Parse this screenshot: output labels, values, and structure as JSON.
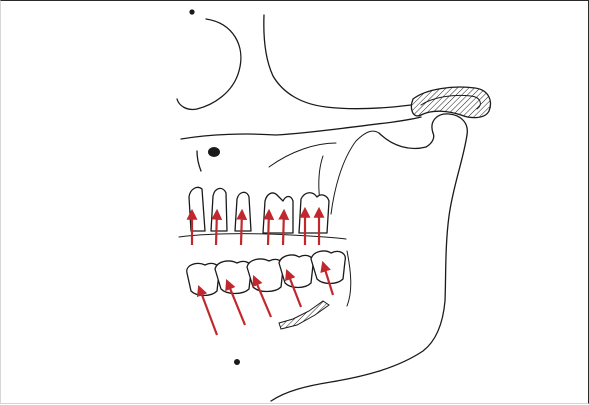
{
  "figure": {
    "subject": "jaw-skull-lateral-view",
    "arrow_color": "#c0282d",
    "line_color": "#1a1a1a",
    "background": "#ffffff",
    "upper_arrow_count": 7,
    "lower_arrow_count": 5
  }
}
